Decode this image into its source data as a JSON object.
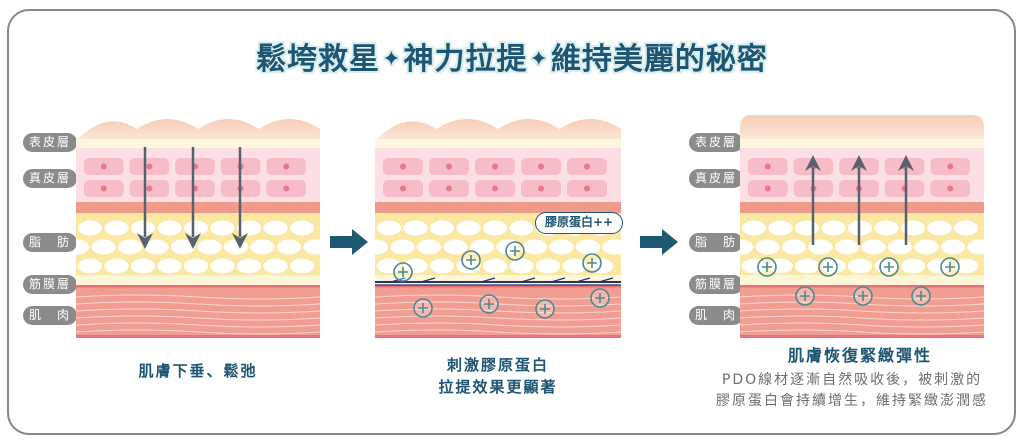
{
  "title": {
    "part1": "鬆垮救星",
    "separator": "✦",
    "part2": "神力拉提",
    "part3": "維持美麗的秘密"
  },
  "layer_labels": {
    "epidermis": "表皮層",
    "dermis": "真皮層",
    "fat": "脂　肪",
    "fascia": "筋膜層",
    "muscle": "肌　肉"
  },
  "panels": [
    {
      "id": "before",
      "caption_lines": [
        "肌膚下垂、鬆弛"
      ],
      "arrow_direction": "down"
    },
    {
      "id": "stimulate",
      "caption_lines": [
        "刺激膠原蛋白",
        "拉提效果更顯著"
      ],
      "badge": "膠原蛋白++",
      "thread": "PDO thread"
    },
    {
      "id": "after",
      "caption_lines": [
        "肌膚恢復緊緻彈性"
      ],
      "sub_lines": [
        "PDO線材逐漸自然吸收後，被刺激的",
        "膠原蛋白會持續增生，維持緊緻澎潤感"
      ],
      "arrow_direction": "up"
    }
  ],
  "colors": {
    "title": "#1e5572",
    "accent_arrow": "#1d5a72",
    "label_bg": "#8b8b8b",
    "epidermis_top": "#f6cdb6",
    "epidermis_cream": "#fdf7df",
    "dermis": "#fcdfe4",
    "dermis_cell": "#f6bcc8",
    "dermis_dot": "#e9788e",
    "salmon_band": "#f09a8c",
    "fat": "#fbe9a3",
    "fascia": "#fdf6d8",
    "muscle": "#f29d92",
    "muscle_edge": "#e7737a",
    "vector_arrow": "#56636e",
    "collagen_ring": "#4d8a8f"
  }
}
